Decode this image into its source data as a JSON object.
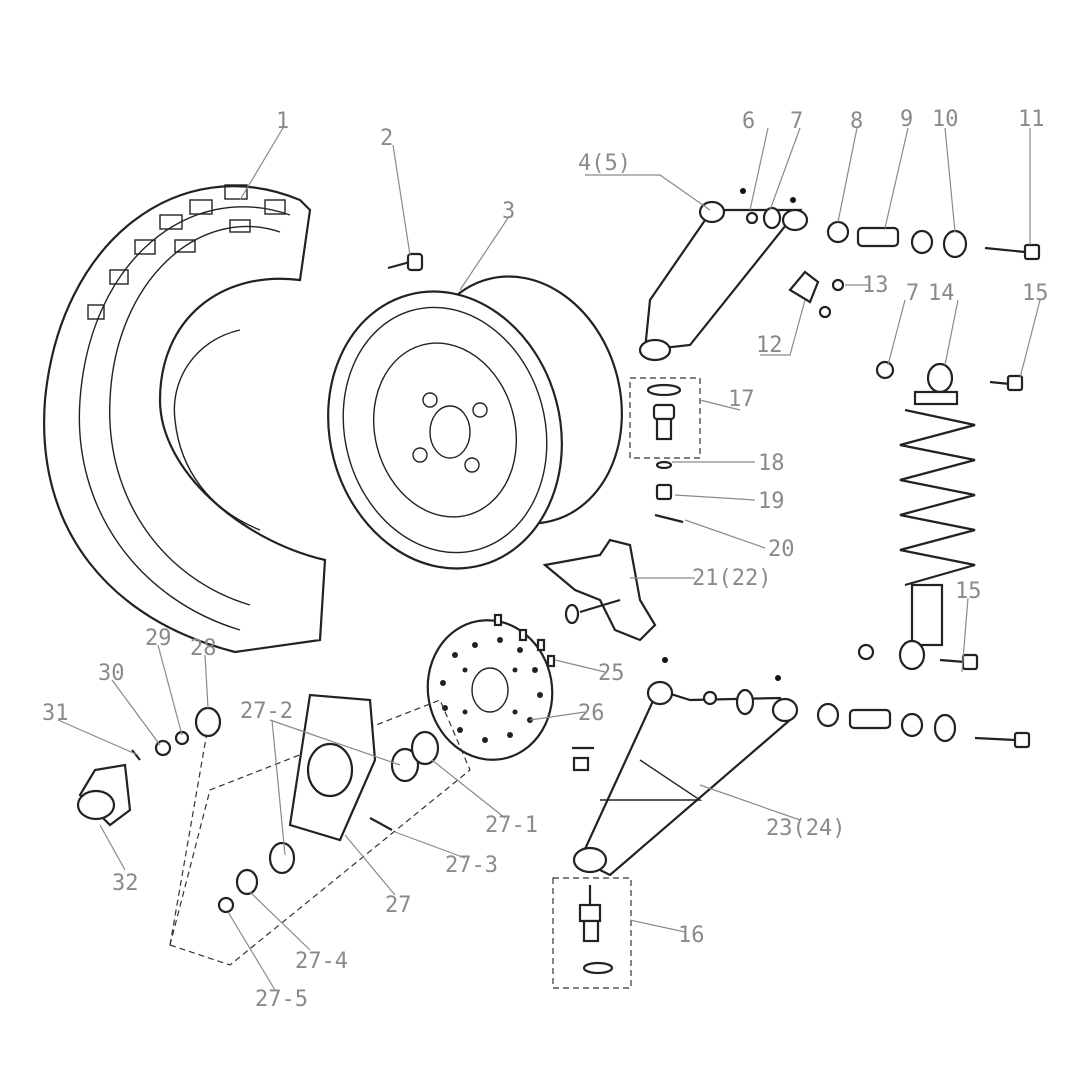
{
  "diagram": {
    "title": "Front suspension and wheel exploded view",
    "labels": {
      "l1": "1",
      "l2": "2",
      "l3": "3",
      "l4": "4(5)",
      "l6": "6",
      "l7a": "7",
      "l8": "8",
      "l9": "9",
      "l10": "10",
      "l11": "11",
      "l12": "12",
      "l13": "13",
      "l7b": "7",
      "l14": "14",
      "l15a": "15",
      "l17": "17",
      "l18": "18",
      "l19": "19",
      "l20": "20",
      "l21": "21(22)",
      "l25": "25",
      "l26": "26",
      "l15b": "15",
      "l272": "27-2",
      "l29": "29",
      "l28": "28",
      "l30": "30",
      "l31": "31",
      "l32": "32",
      "l271": "27-1",
      "l273": "27-3",
      "l27": "27",
      "l23": "23(24)",
      "l16": "16",
      "l274": "27-4",
      "l275": "27-5"
    }
  }
}
